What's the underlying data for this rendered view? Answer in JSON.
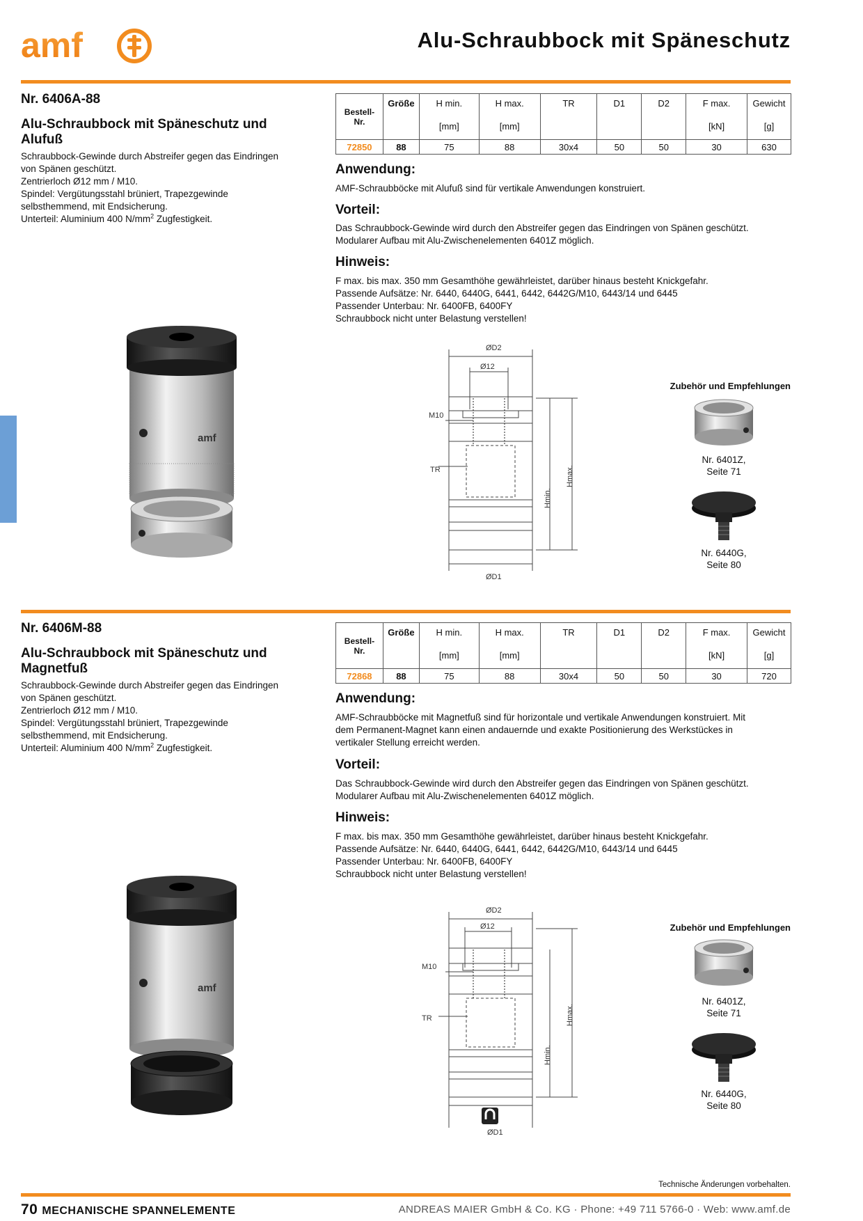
{
  "header": {
    "logo_text": "amf",
    "title": "Alu-Schraubbock mit Späneschutz"
  },
  "table_headers": {
    "bestell": "Bestell-",
    "bestell2": "Nr.",
    "groesse": "Größe",
    "hmin": "H min.",
    "hmax": "H max.",
    "tr": "TR",
    "d1": "D1",
    "d2": "D2",
    "fmax": "F max.",
    "gewicht": "Gewicht",
    "unit_mm": "[mm]",
    "unit_kn": "[kN]",
    "unit_g": "[g]"
  },
  "section1": {
    "nr": "Nr. 6406A-88",
    "title_line1": "Alu-Schraubbock mit Späneschutz und",
    "title_line2": "Alufuß",
    "desc": {
      "l1": "Schraubbock-Gewinde durch Abstreifer gegen das Eindringen",
      "l2": "von Spänen geschützt.",
      "l3": "Zentrierloch Ø12 mm / M10.",
      "l4": "Spindel: Vergütungsstahl brüniert, Trapezgewinde",
      "l5": "selbsthemmend, mit Endsicherung.",
      "l6a": "Unterteil: Aluminium 400 N/mm",
      "l6sup": "2",
      "l6b": " Zugfestigkeit."
    },
    "row": {
      "order": "72850",
      "size": "88",
      "hmin": "75",
      "hmax": "88",
      "tr": "30x4",
      "d1": "50",
      "d2": "50",
      "fmax": "30",
      "weight": "630"
    },
    "anwendung_h": "Anwendung:",
    "anwendung": {
      "l1": "AMF-Schraubböcke mit Alufuß sind für vertikale Anwendungen konstruiert."
    },
    "vorteil_h": "Vorteil:",
    "vorteil": {
      "l1": "Das Schraubbock-Gewinde wird durch den Abstreifer gegen das Eindringen von Spänen geschützt.",
      "l2": "Modularer Aufbau mit Alu-Zwischenelementen 6401Z möglich."
    },
    "hinweis_h": "Hinweis:",
    "hinweis": {
      "l1": "F max. bis max. 350 mm Gesamthöhe gewährleistet, darüber hinaus besteht Knickgefahr.",
      "l2": "Passende Aufsätze: Nr. 6440, 6440G, 6441, 6442, 6442G/M10, 6443/14 und 6445",
      "l3": "Passender Unterbau: Nr. 6400FB, 6400FY",
      "l4": "Schraubbock nicht unter Belastung verstellen!"
    },
    "drawing": {
      "d2": "ØD2",
      "d12": "Ø12",
      "m10": "M10",
      "tr": "TR",
      "hmin": "Hmin.",
      "hmax": "Hmax.",
      "d1": "ØD1"
    },
    "acc_title": "Zubehör und Empfehlungen",
    "acc1": {
      "l1": "Nr. 6401Z,",
      "l2": "Seite 71"
    },
    "acc2": {
      "l1": "Nr. 6440G,",
      "l2": "Seite 80"
    }
  },
  "section2": {
    "nr": "Nr. 6406M-88",
    "title_line1": "Alu-Schraubbock mit Späneschutz und",
    "title_line2": "Magnetfuß",
    "desc": {
      "l1": "Schraubbock-Gewinde durch Abstreifer gegen das Eindringen",
      "l2": "von Spänen geschützt.",
      "l3": "Zentrierloch Ø12 mm / M10.",
      "l4": "Spindel: Vergütungsstahl brüniert, Trapezgewinde",
      "l5": "selbsthemmend, mit Endsicherung.",
      "l6a": "Unterteil: Aluminium 400 N/mm",
      "l6sup": "2",
      "l6b": " Zugfestigkeit."
    },
    "row": {
      "order": "72868",
      "size": "88",
      "hmin": "75",
      "hmax": "88",
      "tr": "30x4",
      "d1": "50",
      "d2": "50",
      "fmax": "30",
      "weight": "720"
    },
    "anwendung_h": "Anwendung:",
    "anwendung": {
      "l1": "AMF-Schraubböcke mit Magnetfuß sind für horizontale und vertikale Anwendungen konstruiert. Mit",
      "l2": "dem Permanent-Magnet kann einen andauernde und exakte Positionierung des Werkstückes in",
      "l3": "vertikaler Stellung erreicht werden."
    },
    "vorteil_h": "Vorteil:",
    "vorteil": {
      "l1": "Das Schraubbock-Gewinde wird durch den Abstreifer gegen das Eindringen von Spänen geschützt.",
      "l2": "Modularer Aufbau mit Alu-Zwischenelementen 6401Z möglich."
    },
    "hinweis_h": "Hinweis:",
    "hinweis": {
      "l1": "F max. bis max. 350 mm Gesamthöhe gewährleistet, darüber hinaus besteht Knickgefahr.",
      "l2": "Passende Aufsätze: Nr. 6440, 6440G, 6441, 6442, 6442G/M10, 6443/14 und 6445",
      "l3": "Passender Unterbau: Nr. 6400FB, 6400FY",
      "l4": "Schraubbock nicht unter Belastung verstellen!"
    },
    "drawing": {
      "d2": "ØD2",
      "d12": "Ø12",
      "m10": "M10",
      "tr": "TR",
      "hmin": "Hmin.",
      "hmax": "Hmax.",
      "d1": "ØD1"
    },
    "acc_title": "Zubehör und Empfehlungen",
    "acc1": {
      "l1": "Nr. 6401Z,",
      "l2": "Seite 71"
    },
    "acc2": {
      "l1": "Nr. 6440G,",
      "l2": "Seite 80"
    }
  },
  "footer": {
    "note": "Technische Änderungen vorbehalten.",
    "page": "70",
    "chapter": "MECHANISCHE SPANNELEMENTE",
    "company": "ANDREAS MAIER GmbH & Co. KG · Phone: +49 711 5766-0 · Web: www.amf.de"
  }
}
